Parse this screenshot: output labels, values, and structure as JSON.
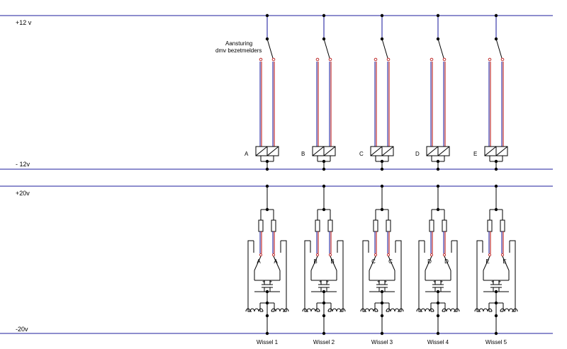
{
  "rails": {
    "plus12": "+12 v",
    "minus12": "- 12v",
    "plus20": "+20v",
    "minus20": "-20v"
  },
  "annotation": {
    "line1": "Aansturing",
    "line2": "dmv bezetmelders"
  },
  "relay_labels": [
    "A",
    "B",
    "C",
    "D",
    "E"
  ],
  "switch_names": [
    "Wissel 1",
    "Wissel 2",
    "Wissel 3",
    "Wissel 4",
    "Wissel 5"
  ],
  "plus_symbol": "+",
  "colors": {
    "rail": "#4a4ab0",
    "wire_blue": "#3a3aaa",
    "wire_red": "#c03030",
    "component": "#000000"
  }
}
